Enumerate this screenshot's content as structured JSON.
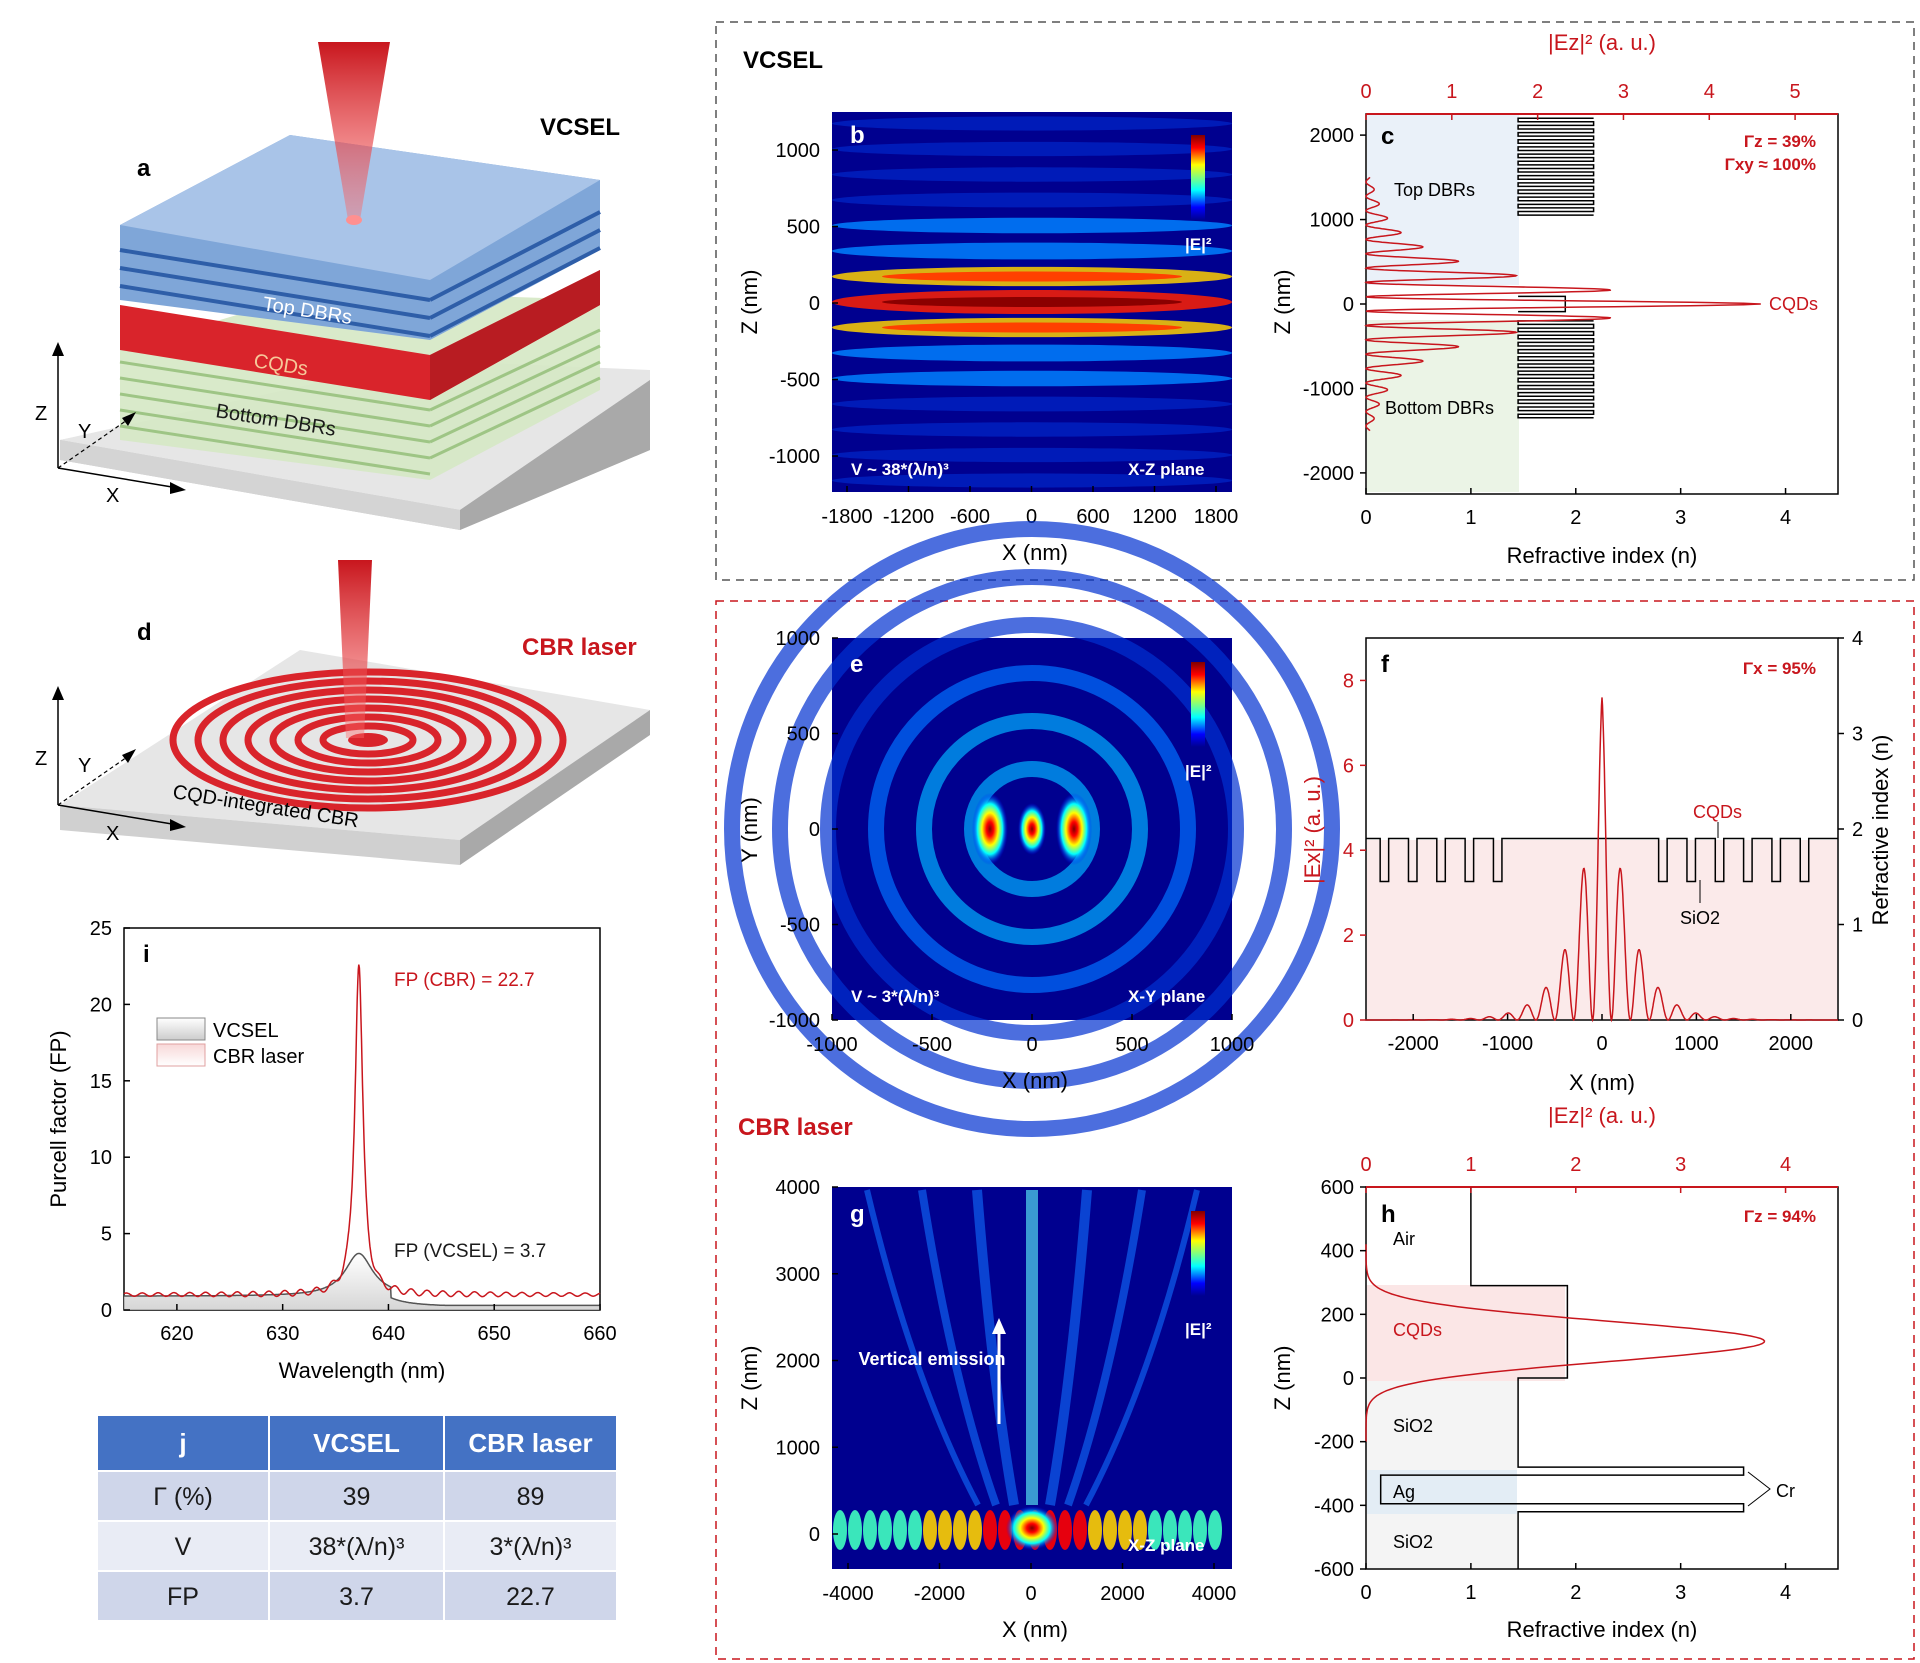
{
  "colors": {
    "red": "#c8161d",
    "dark": "#1a1a1a",
    "tableHead": "#4472c4",
    "tableRow1": "#cfd6ea",
    "tableRow2": "#e9ecf5",
    "jetDark": "#00008f"
  },
  "panels": {
    "a": "a",
    "b": "b",
    "c": "c",
    "d": "d",
    "e": "e",
    "f": "f",
    "g": "g",
    "h": "h",
    "i": "i"
  },
  "section": {
    "vcsel_right": "VCSEL",
    "vcsel_left": "VCSEL",
    "cbr_left": "CBR laser",
    "cbr_mid": "CBR laser"
  },
  "schematic_a": {
    "top_dbrs": "Top DBRs",
    "cqds": "CQDs",
    "bottom_dbrs": "Bottom DBRs",
    "axis_x": "X",
    "axis_y": "Y",
    "axis_z": "Z"
  },
  "schematic_d": {
    "label": "CQD-integrated CBR",
    "axis_x": "X",
    "axis_y": "Y",
    "axis_z": "Z"
  },
  "panel_b": {
    "xlabel": "X (nm)",
    "ylabel": "Z (nm)",
    "xticks": [
      "-1800",
      "-1200",
      "-600",
      "0",
      "600",
      "1200",
      "1800"
    ],
    "yticks": [
      "1000",
      "500",
      "0",
      "-500",
      "-1000"
    ],
    "volume": "V ~ 38*(λ/n)³",
    "plane": "X-Z plane",
    "colorbar": "|E|²"
  },
  "panel_c": {
    "toplabel": "|Ez|² (a. u.)",
    "xlabel": "Refractive index (n)",
    "ylabel": "Z (nm)",
    "top_ticks": [
      "0",
      "1",
      "2",
      "3",
      "4",
      "5"
    ],
    "bottom_ticks": [
      "0",
      "1",
      "2",
      "3",
      "4"
    ],
    "yticks": [
      "2000",
      "1000",
      "0",
      "-1000",
      "-2000"
    ],
    "top_dbrs": "Top DBRs",
    "bottom_dbrs": "Bottom DBRs",
    "cqds": "CQDs",
    "gamma_z": "Γz = 39%",
    "gamma_xy": "Γxy ≈ 100%"
  },
  "panel_e": {
    "xlabel": "X (nm)",
    "ylabel": "Y (nm)",
    "xticks": [
      "-1000",
      "-500",
      "0",
      "500",
      "1000"
    ],
    "yticks": [
      "1000",
      "500",
      "0",
      "-500",
      "-1000"
    ],
    "volume": "V ~ 3*(λ/n)³",
    "plane": "X-Y plane",
    "colorbar": "|E|²"
  },
  "panel_f": {
    "xlabel": "X (nm)",
    "ylabel_left": "|Ex|² (a. u.)",
    "ylabel_right": "Refractive index (n)",
    "xticks": [
      "-2000",
      "-1000",
      "0",
      "1000",
      "2000"
    ],
    "yticks_left": [
      "0",
      "2",
      "4",
      "6",
      "8"
    ],
    "yticks_right": [
      "0",
      "1",
      "2",
      "3",
      "4"
    ],
    "gamma": "Γx = 95%",
    "cqds": "CQDs",
    "sio2": "SiO2"
  },
  "panel_g": {
    "xlabel": "X (nm)",
    "ylabel": "Z (nm)",
    "xticks": [
      "-4000",
      "-2000",
      "0",
      "2000",
      "4000"
    ],
    "yticks": [
      "4000",
      "3000",
      "2000",
      "1000",
      "0"
    ],
    "emission": "Vertical emission",
    "plane": "X-Z plane",
    "colorbar": "|E|²"
  },
  "panel_h": {
    "toplabel": "|Ez|² (a. u.)",
    "xlabel": "Refractive index (n)",
    "ylabel": "Z (nm)",
    "top_ticks": [
      "0",
      "1",
      "2",
      "3",
      "4"
    ],
    "bottom_ticks": [
      "0",
      "1",
      "2",
      "3",
      "4"
    ],
    "yticks": [
      "600",
      "400",
      "200",
      "0",
      "-200",
      "-400",
      "-600"
    ],
    "gamma": "Γz = 94%",
    "air": "Air",
    "cqds": "CQDs",
    "sio2_top": "SiO2",
    "ag": "Ag",
    "sio2_bot": "SiO2",
    "cr": "Cr"
  },
  "table": {
    "header": [
      "j",
      "VCSEL",
      "CBR laser"
    ],
    "rows": [
      [
        "Γ (%)",
        "39",
        "89"
      ],
      [
        "V",
        "38*(λ/n)³",
        "3*(λ/n)³"
      ],
      [
        "FP",
        "3.7",
        "22.7"
      ]
    ]
  },
  "chart_data": [
    {
      "type": "line",
      "panel": "i",
      "xlabel": "Wavelength (nm)",
      "ylabel": "Purcell factor (FP)",
      "xlim": [
        615,
        660
      ],
      "ylim": [
        0,
        25
      ],
      "xticks": [
        "620",
        "630",
        "640",
        "650",
        "660"
      ],
      "yticks": [
        "0",
        "5",
        "10",
        "15",
        "20",
        "25"
      ],
      "series": [
        {
          "name": "VCSEL",
          "peak_x": 637.2,
          "peak_y": 3.7,
          "annotation": "FP (VCSEL) = 3.7",
          "color": "#555555"
        },
        {
          "name": "CBR laser",
          "peak_x": 637.2,
          "peak_y": 22.7,
          "annotation": "FP (CBR) = 22.7",
          "color": "#c8161d"
        }
      ]
    }
  ]
}
